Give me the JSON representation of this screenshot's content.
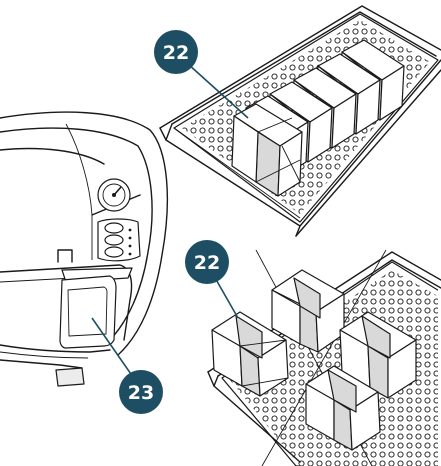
{
  "colors": {
    "badge": "#1d4e63",
    "line": "#1a1a1a",
    "shade": "#d9d9d9"
  },
  "callouts": [
    {
      "id": "tray-top",
      "label": "22"
    },
    {
      "id": "tray-bottom",
      "label": "22"
    },
    {
      "id": "sterilizer-pouch",
      "label": "23"
    }
  ]
}
